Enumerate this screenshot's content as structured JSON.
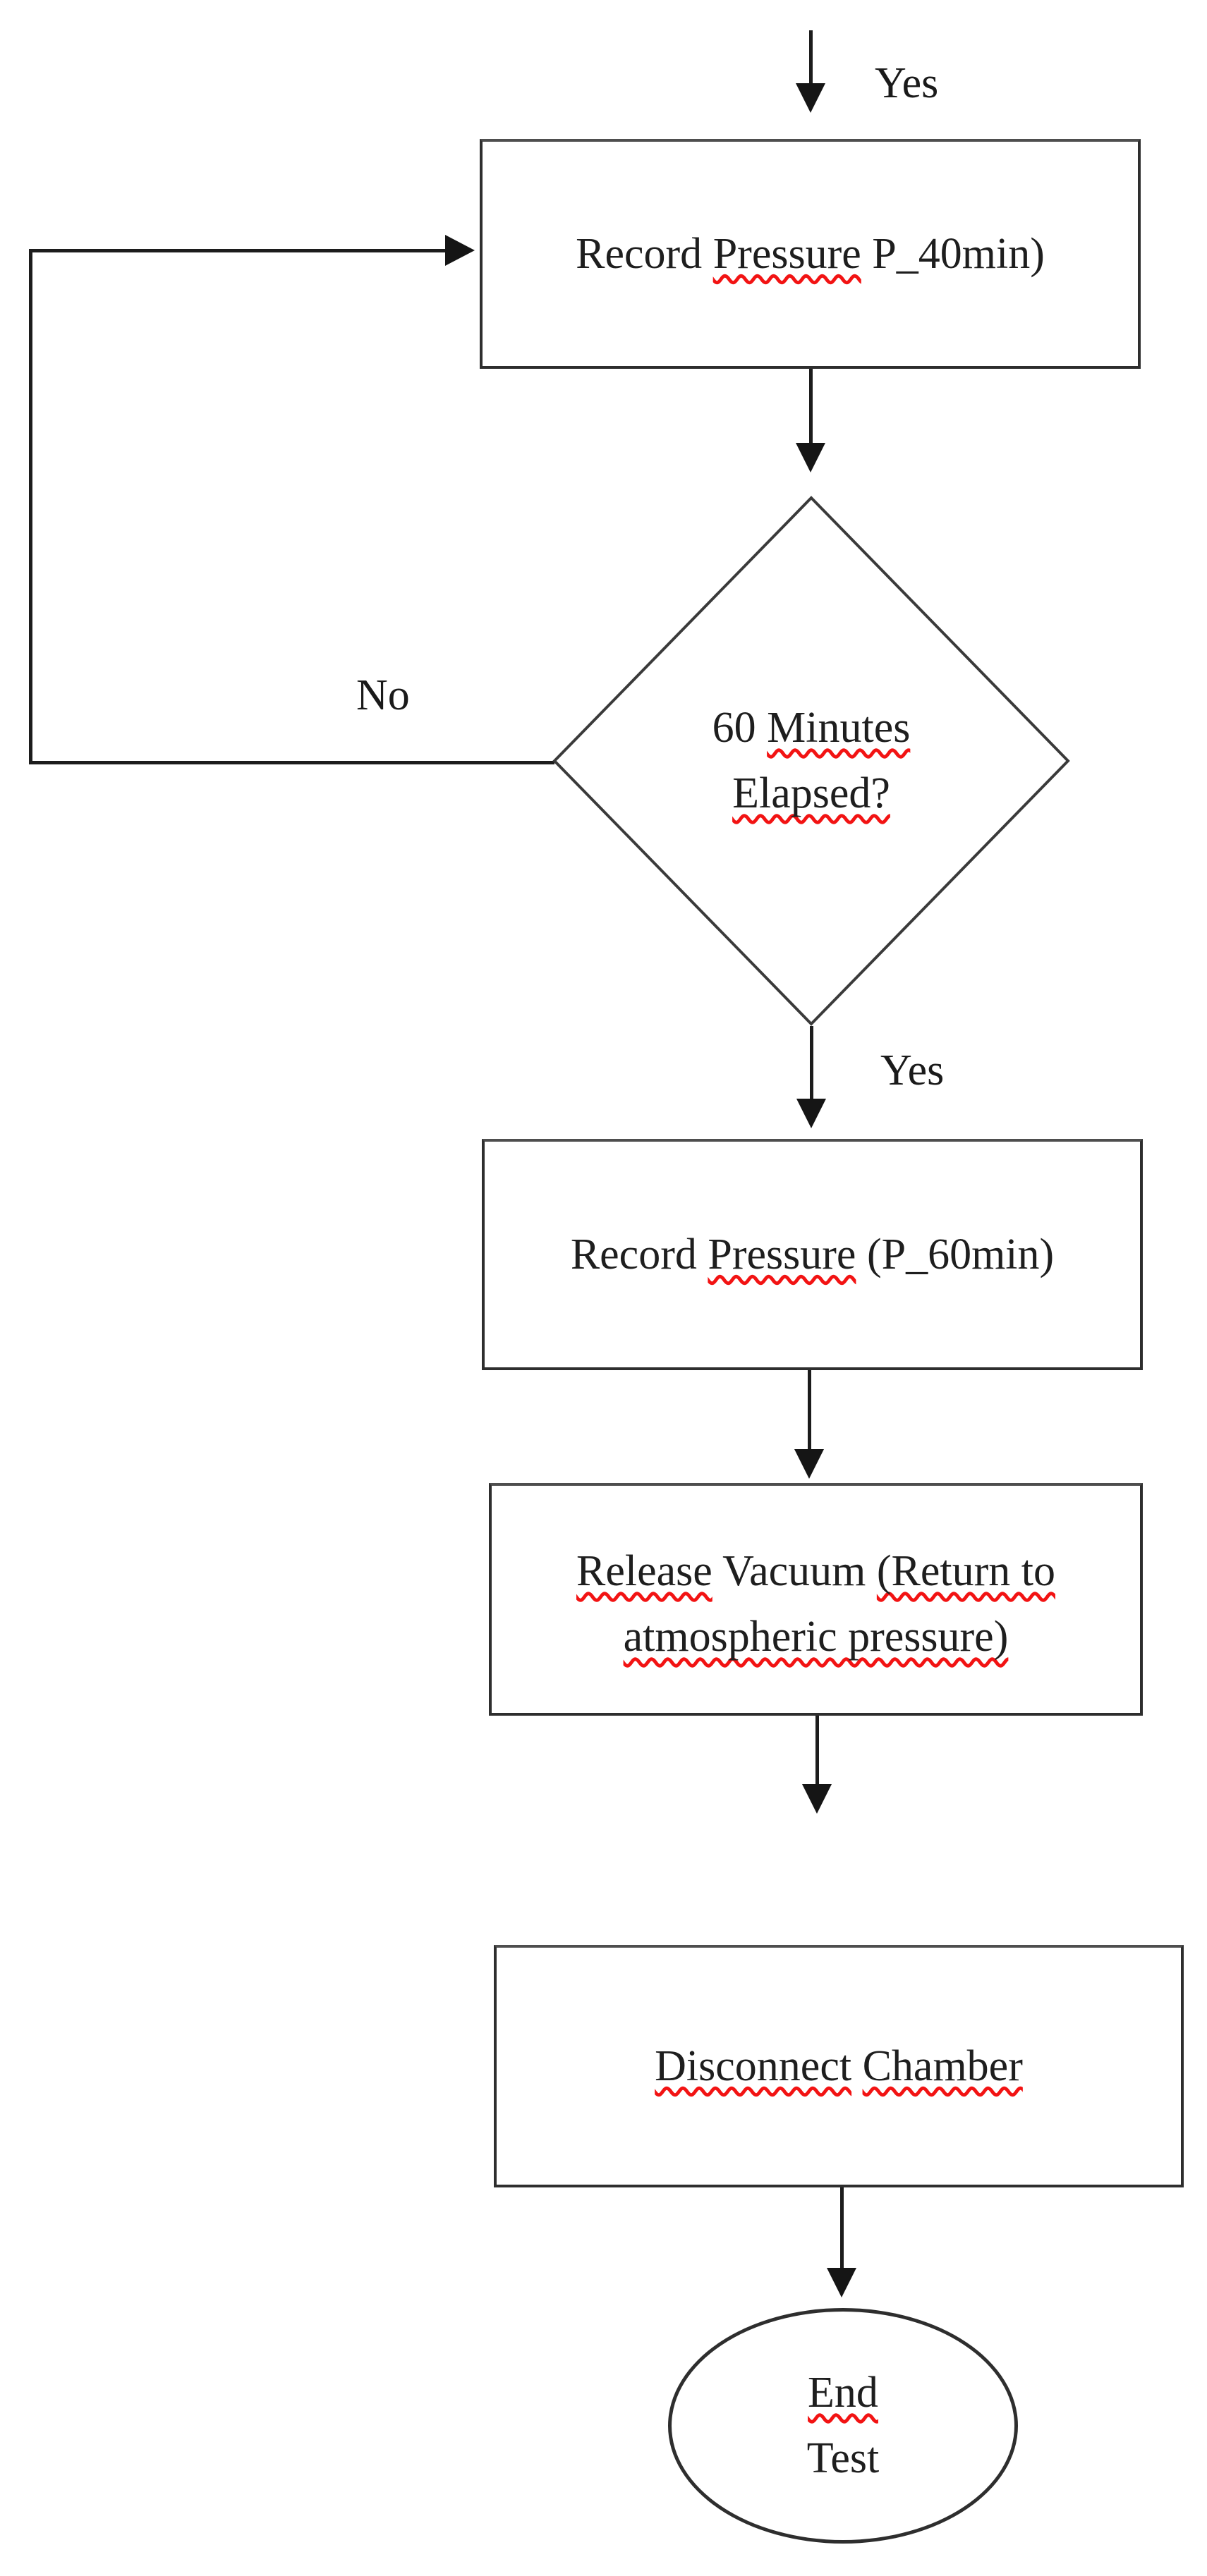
{
  "diagram": {
    "type": "flowchart",
    "colors": {
      "background": "#ffffff",
      "node_border": "#2e2e2e",
      "connector": "#1c1c1c",
      "text": "#1e1e1e",
      "spellcheck_underline": "#f21313"
    },
    "edge_labels": {
      "yes_top": "Yes",
      "no_left": "No",
      "yes_below_decision": "Yes"
    },
    "nodes": {
      "record_p40": {
        "shape": "process",
        "parts": [
          {
            "text": "Record "
          },
          {
            "text": "Pressure",
            "spellcheck_flagged": true
          },
          {
            "text": " P_40min)"
          }
        ]
      },
      "decision_60min": {
        "shape": "decision",
        "line1_parts": [
          {
            "text": "60 "
          },
          {
            "text": "Minutes",
            "spellcheck_flagged": true
          }
        ],
        "line2_parts": [
          {
            "text": "Elapsed?",
            "spellcheck_flagged": true
          }
        ]
      },
      "record_p60": {
        "shape": "process",
        "parts": [
          {
            "text": "Record "
          },
          {
            "text": "Pressure",
            "spellcheck_flagged": true
          },
          {
            "text": " (P_60min)"
          }
        ]
      },
      "release_vacuum": {
        "shape": "process",
        "line1_parts": [
          {
            "text": "Release",
            "spellcheck_flagged": true
          },
          {
            "text": " Vacuum "
          },
          {
            "text": "(Return to",
            "spellcheck_flagged": true
          }
        ],
        "line2_parts": [
          {
            "text": "atmospheric pressure)",
            "spellcheck_flagged": true
          }
        ]
      },
      "disconnect_chamber": {
        "shape": "process",
        "parts": [
          {
            "text": "Disconnect",
            "spellcheck_flagged": true
          },
          {
            "text": " "
          },
          {
            "text": "Chamber",
            "spellcheck_flagged": true
          }
        ]
      },
      "end_test": {
        "shape": "terminator",
        "line1_parts": [
          {
            "text": "End",
            "spellcheck_flagged": true
          }
        ],
        "line2_parts": [
          {
            "text": "Test"
          }
        ]
      }
    }
  }
}
